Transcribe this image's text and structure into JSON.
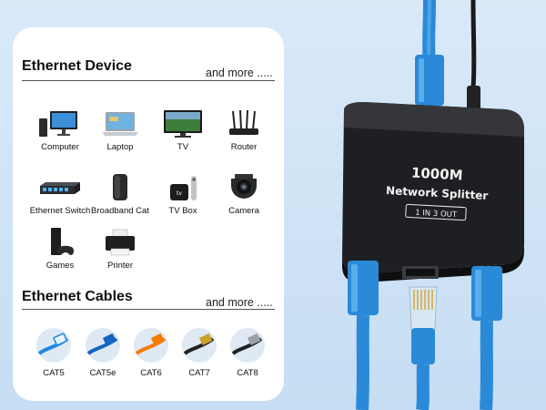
{
  "devices_section": {
    "title": "Ethernet Device",
    "more": "and more .....",
    "items": [
      {
        "label": "Computer",
        "icon": "computer-icon"
      },
      {
        "label": "Laptop",
        "icon": "laptop-icon"
      },
      {
        "label": "TV",
        "icon": "tv-icon"
      },
      {
        "label": "Router",
        "icon": "router-icon"
      },
      {
        "label": "Ethernet Switch",
        "icon": "ethernet-switch-icon"
      },
      {
        "label": "Broadband Cat",
        "icon": "broadband-cat-icon"
      },
      {
        "label": "TV Box",
        "icon": "tv-box-icon"
      },
      {
        "label": "Camera",
        "icon": "camera-icon"
      },
      {
        "label": "Games",
        "icon": "games-console-icon"
      },
      {
        "label": "Printer",
        "icon": "printer-icon"
      }
    ]
  },
  "cables_section": {
    "title": "Ethernet Cables",
    "more": "and more .....",
    "items": [
      {
        "label": "CAT5",
        "color": "#1e88e5"
      },
      {
        "label": "CAT5e",
        "color": "#1565c0"
      },
      {
        "label": "CAT6",
        "color": "#f57c00"
      },
      {
        "label": "CAT7",
        "color": "#222222"
      },
      {
        "label": "CAT8",
        "color": "#222222"
      }
    ]
  },
  "product": {
    "line1": "1000M",
    "line2": "Network Splitter",
    "badge": "1 IN 3 OUT",
    "body_color": "#1e1f22",
    "cable_color": "#2a8ad8"
  },
  "colors": {
    "background": "#d3e6f7",
    "panel": "#ffffff"
  }
}
